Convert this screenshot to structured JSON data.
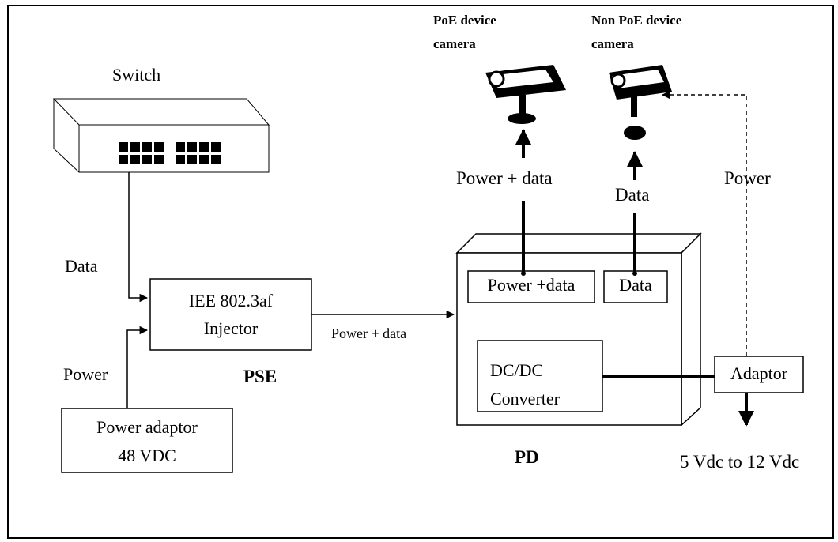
{
  "diagram": {
    "cameras": {
      "poe": {
        "line1": "PoE device",
        "line2": "camera"
      },
      "non_poe": {
        "line1": "Non PoE device",
        "line2": "camera"
      }
    },
    "switch_label": "Switch",
    "labels": {
      "data_left": "Data",
      "power_left": "Power",
      "power_data_mid": "Power + data",
      "power_data_top": "Power + data",
      "data_top": "Data",
      "power_right": "Power",
      "pse": "PSE",
      "pd": "PD",
      "voltage_range": "5 Vdc to 12 Vdc"
    },
    "boxes": {
      "injector": {
        "line1": "IEE 802.3af",
        "line2": "Injector"
      },
      "power_adaptor": {
        "line1": "Power adaptor",
        "line2": "48 VDC"
      },
      "pd_power_data_port": "Power +data",
      "pd_data_port": "Data",
      "dcdc": {
        "line1": "DC/DC",
        "line2": "Converter"
      },
      "adaptor": "Adaptor"
    }
  }
}
